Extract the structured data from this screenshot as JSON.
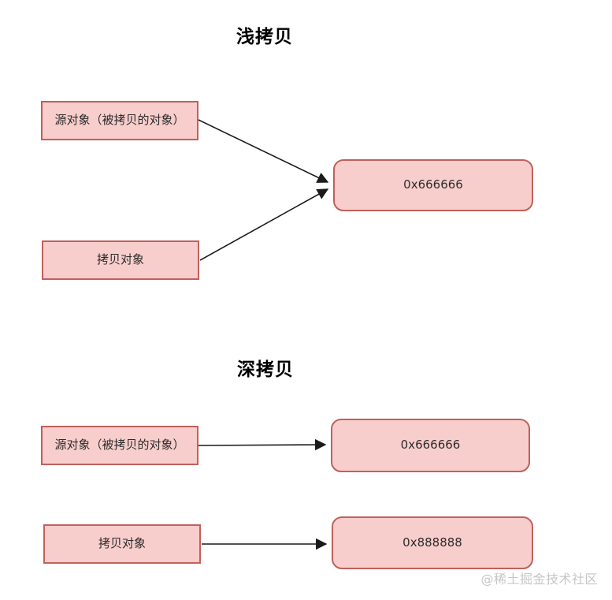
{
  "diagram": {
    "sections": [
      {
        "title": "浅拷贝",
        "source_label": "源对象（被拷贝的对象）",
        "copy_label": "拷贝对象",
        "shared_address": "0x666666"
      },
      {
        "title": "深拷贝",
        "source_label": "源对象（被拷贝的对象）",
        "copy_label": "拷贝对象",
        "source_address": "0x666666",
        "copy_address": "0x888888"
      }
    ],
    "watermark": "@稀土掘金技术社区"
  },
  "colors": {
    "box_fill": "#f8cecc",
    "box_border": "#c0605c",
    "arrow_color": "#1a1a1a",
    "watermark_color": "#c6c6c6",
    "text_color": "#2b2b2b",
    "title_color": "#000000"
  }
}
